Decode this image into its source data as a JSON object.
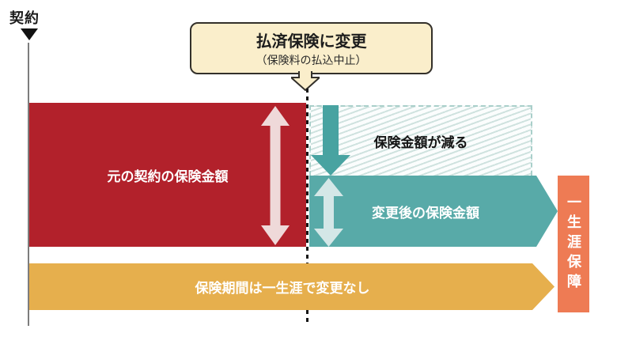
{
  "timeline": {
    "contract_label": "契約"
  },
  "callout": {
    "title": "払済保険に変更",
    "subtitle": "（保険料の払込中止）"
  },
  "blocks": {
    "original_amount": {
      "label": "元の契約の保険金額",
      "color": "#b2212b"
    },
    "amount_decrease": {
      "label": "保険金額が減る",
      "hatch_stripe_color": "#cfe2df",
      "border_color": "#a9cfca"
    },
    "after_change_amount": {
      "label": "変更後の保険金額",
      "color": "#58aaa8"
    },
    "insurance_period": {
      "label": "保険期間は一生涯で変更なし",
      "color": "#e6af4d"
    },
    "lifetime_coverage": {
      "label": "一生涯保障",
      "color": "#ee7b54"
    }
  },
  "icons": {
    "contract_marker": "down-triangle",
    "callout_pointer": "down-arrow",
    "original_amount_arrow": "vertical-double-arrow",
    "decrease_arrow": "down-arrow",
    "after_amount_arrow": "vertical-double-arrow"
  },
  "colors": {
    "callout_bg": "#faeecb",
    "callout_border": "#33302a",
    "red": "#b2212b",
    "teal": "#58aaa8",
    "amber": "#e6af4d",
    "salmon": "#ee7b54",
    "light_pink_arrow": "#efd9d9",
    "light_teal_arrow": "#d4e7e7",
    "timeline_gray": "#7d7d7d",
    "dashed_line": "#161616"
  }
}
